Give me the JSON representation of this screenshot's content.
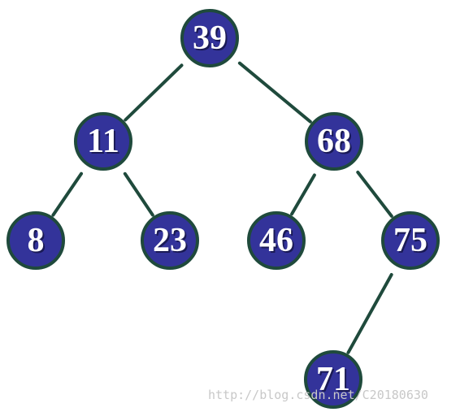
{
  "tree": {
    "nodes": [
      {
        "id": "n39",
        "label": "39"
      },
      {
        "id": "n11",
        "label": "11"
      },
      {
        "id": "n68",
        "label": "68"
      },
      {
        "id": "n8",
        "label": "8"
      },
      {
        "id": "n23",
        "label": "23"
      },
      {
        "id": "n46",
        "label": "46"
      },
      {
        "id": "n75",
        "label": "75"
      },
      {
        "id": "n71",
        "label": "71"
      }
    ],
    "edges": [
      {
        "from": "n39",
        "to": "n11"
      },
      {
        "from": "n39",
        "to": "n68"
      },
      {
        "from": "n11",
        "to": "n8"
      },
      {
        "from": "n11",
        "to": "n23"
      },
      {
        "from": "n68",
        "to": "n46"
      },
      {
        "from": "n68",
        "to": "n75"
      },
      {
        "from": "n75",
        "to": "n71"
      }
    ]
  },
  "watermark": "http://blog.csdn.net/C20180630",
  "colors": {
    "node_fill": "#33339a",
    "node_stroke": "#1f4a3c",
    "edge": "#1f4a3c",
    "label": "#ffffff"
  }
}
